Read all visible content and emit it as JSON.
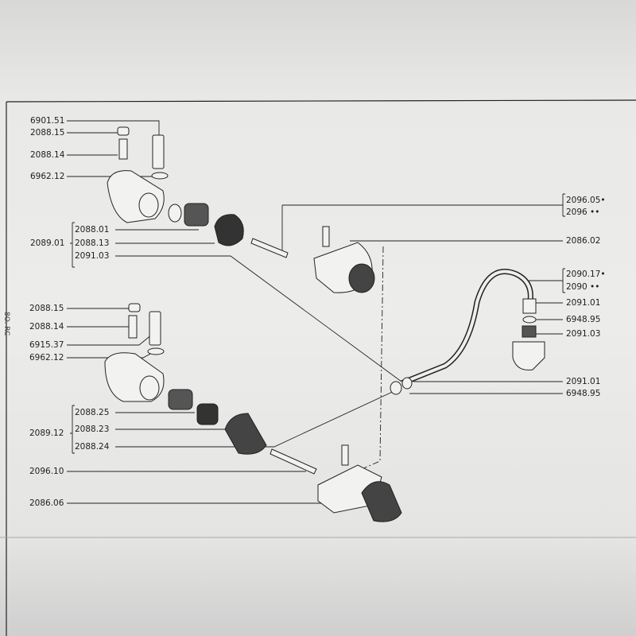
{
  "margin_note": "8O. RC",
  "left_labels_upper": [
    "6901.51",
    "2088.15",
    "2088.14",
    "6962.12"
  ],
  "group_upper": {
    "parent": "2089.01",
    "children": [
      "2088.01",
      "2088.13",
      "2091.03"
    ]
  },
  "left_labels_lower": [
    "2088.15",
    "2088.14",
    "6915.37",
    "6962.12"
  ],
  "group_lower": {
    "parent": "2089.12",
    "children": [
      "2088.25",
      "2088.23",
      "2088.24"
    ]
  },
  "left_labels_bottom": [
    "2096.10",
    "2086.06"
  ],
  "right_labels": [
    "2096.05•",
    "2096 ••",
    "2086.02",
    "2090.17•",
    "2090 ••",
    "2091.01",
    "6948.95",
    "2091.03",
    "2091.01",
    "6948.95"
  ]
}
